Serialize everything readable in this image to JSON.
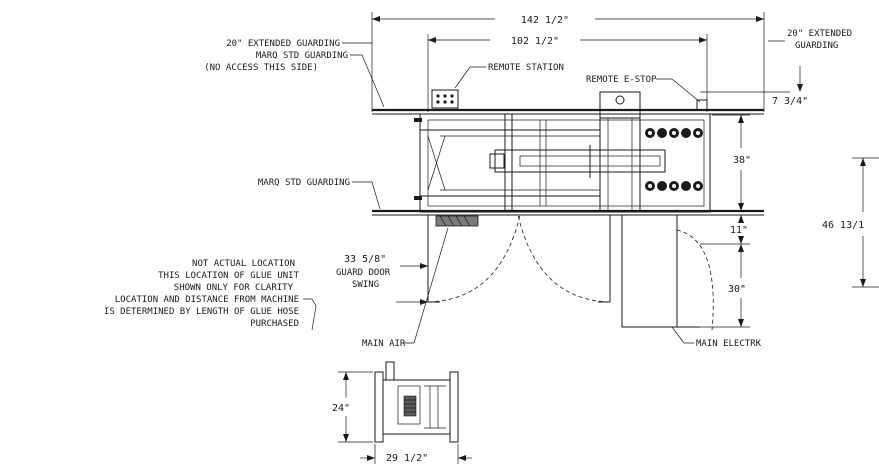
{
  "labels": {
    "dim_overall": "142 1/2\"",
    "dim_machine": "102 1/2\"",
    "ext_guard_left_1": "20\" EXTENDED GUARDING",
    "ext_guard_left_2": "MARQ STD GUARDING",
    "ext_guard_left_3": "(NO ACCESS THIS SIDE)",
    "ext_guard_right_1": "20\" EXTENDED",
    "ext_guard_right_2": "GUARDING",
    "remote_station": "REMOTE STATION",
    "remote_estop": "REMOTE E-STOP",
    "dim_7_3_4": "7 3/4\"",
    "dim_38": "38\"",
    "dim_46": "46 13/1",
    "marq_std_guarding": "MARQ STD GUARDING",
    "dim_11": "11\"",
    "dim_30": "30\"",
    "door_1": "33 5/8\"",
    "door_2": "GUARD DOOR",
    "door_3": "SWING",
    "note_1": "NOT ACTUAL LOCATION",
    "note_2": "THIS LOCATION OF GLUE UNIT",
    "note_3": "SHOWN ONLY FOR CLARITY",
    "note_4": "LOCATION AND DISTANCE FROM MACHINE",
    "note_5": "IS DETERMINED BY LENGTH OF GLUE HOSE",
    "note_6": "PURCHASED",
    "main_air": "MAIN AIR",
    "main_electric": "MAIN ELECTRK",
    "dim_24": "24\"",
    "dim_29": "29 1/2\""
  }
}
